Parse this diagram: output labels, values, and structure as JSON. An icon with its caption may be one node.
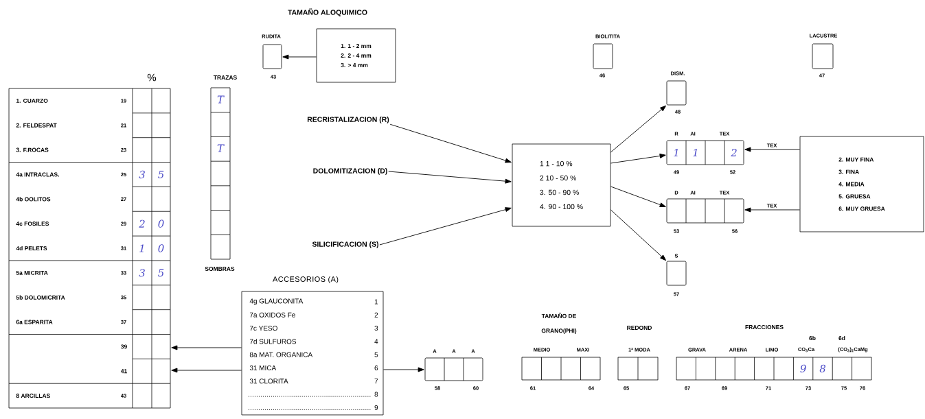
{
  "diagram": {
    "nodes": [
      {
        "text": [],
        "shape": "box",
        "beside": [
          "RUDITA",
          "43"
        ]
      },
      {
        "text": [
          "1. 1 - 2 mm",
          "2. 2 - 4 mm",
          "3. > 4 mm"
        ]
      },
      {
        "text": [],
        "shape": "box",
        "beside": [
          "BIOLITITA",
          "46"
        ]
      },
      {
        "text": [],
        "shape": "box",
        "beside": [
          "LACUSTRE",
          "47"
        ]
      },
      {
        "text": [
          "RECRISTALIZACION (R)"
        ]
      },
      {
        "text": [
          "DOLOMITIZACION (D)"
        ]
      },
      {
        "text": [
          "SILICIFICACION (S)"
        ]
      },
      {
        "text": [
          "1 1 - 10 %",
          "2 10 - 50 %",
          "3. 50 - 90 %",
          "4. 90 - 100 %"
        ]
      },
      {
        "text": [],
        "shape": "box",
        "beside": [
          "DISM.",
          "48"
        ]
      },
      {
        "text": [
          "1",
          "1",
          "2"
        ],
        "beside": [
          "R",
          "AI",
          "TEX",
          "49",
          "52"
        ]
      },
      {
        "text": [],
        "shape": "box",
        "beside": [
          "D",
          "AI",
          "TEX",
          "53",
          "56"
        ]
      },
      {
        "text": [],
        "shape": "box",
        "beside": [
          "S",
          "57"
        ]
      },
      {
        "text": [
          "2. MUY FINA",
          "3. FINA",
          "4. MEDIA",
          "5. GRUESA",
          "6. MUY GRUESA"
        ]
      },
      {
        "text": [
          "39"
        ]
      },
      {
        "text": [
          "41"
        ]
      },
      {
        "text": [
          "ACCESORIOS (A)",
          "4g GLAUCONITA",
          "1",
          "7a OXIDOS Fe",
          "2",
          "7c YESO",
          "3",
          "7d SULFUROS",
          "4",
          "8a MAT. ORGANICA",
          "5",
          "31 MICA",
          "6",
          "31 CLORITA",
          "7",
          "8",
          "9"
        ]
      },
      {
        "text": [],
        "shape": "box",
        "beside": [
          "A",
          "A",
          "A",
          "58",
          "60"
        ]
      }
    ],
    "edges": [
      {
        "from": 1,
        "to": 0,
        "arrow": "to"
      },
      {
        "from": 4,
        "to": 7,
        "arrow": "to"
      },
      {
        "from": 5,
        "to": 7,
        "arrow": "to"
      },
      {
        "from": 6,
        "to": 7,
        "arrow": "to"
      },
      {
        "from": 7,
        "to": 8,
        "arrow": "to"
      },
      {
        "from": 7,
        "to": 9,
        "arrow": "to"
      },
      {
        "from": 7,
        "to": 10,
        "arrow": "to"
      },
      {
        "from": 7,
        "to": 11,
        "arrow": "to"
      },
      {
        "from": 12,
        "to": 9,
        "arrow": "to",
        "label": "TEX"
      },
      {
        "from": 12,
        "to": 10,
        "arrow": "to",
        "label": "TEX"
      },
      {
        "from": 15,
        "to": 13,
        "arrow": "to"
      },
      {
        "from": 15,
        "to": 14,
        "arrow": "to"
      },
      {
        "from": 15,
        "to": 16,
        "arrow": "to"
      }
    ],
    "labels": [
      "TAMAÑO ALOQUIMICO",
      "%",
      "TRAZAS",
      "T",
      "T",
      "1. CUARZO",
      "19",
      "2. FELDESPAT",
      "21",
      "3. F.ROCAS",
      "23",
      "4a INTRACLAS.",
      "25",
      "3",
      "5",
      "4b OOLITOS",
      "27",
      "4c FOSILES",
      "29",
      "2",
      "0",
      "4d PELETS",
      "31",
      "1",
      "0",
      "5a MICRITA",
      "33",
      "3",
      "5",
      "5b DOLOMICRITA",
      "35",
      "6a ESPARITA",
      "37",
      "8 ARCILLAS",
      "43",
      "SOMBRAS",
      "TAMAÑO DE",
      "GRANO(PHI)",
      "MEDIO",
      "MAXI",
      "61",
      "64",
      "REDOND",
      "1ª MODA",
      "65",
      "FRACCIONES",
      "6b",
      "6d",
      "GRAVA",
      "ARENA",
      "LIMO",
      "CO$_{3}$Ca",
      "(CO$_{3}$)$_{2}$CaMg",
      "9",
      "8",
      "67",
      "69",
      "71",
      "73",
      "75",
      "76"
    ]
  }
}
